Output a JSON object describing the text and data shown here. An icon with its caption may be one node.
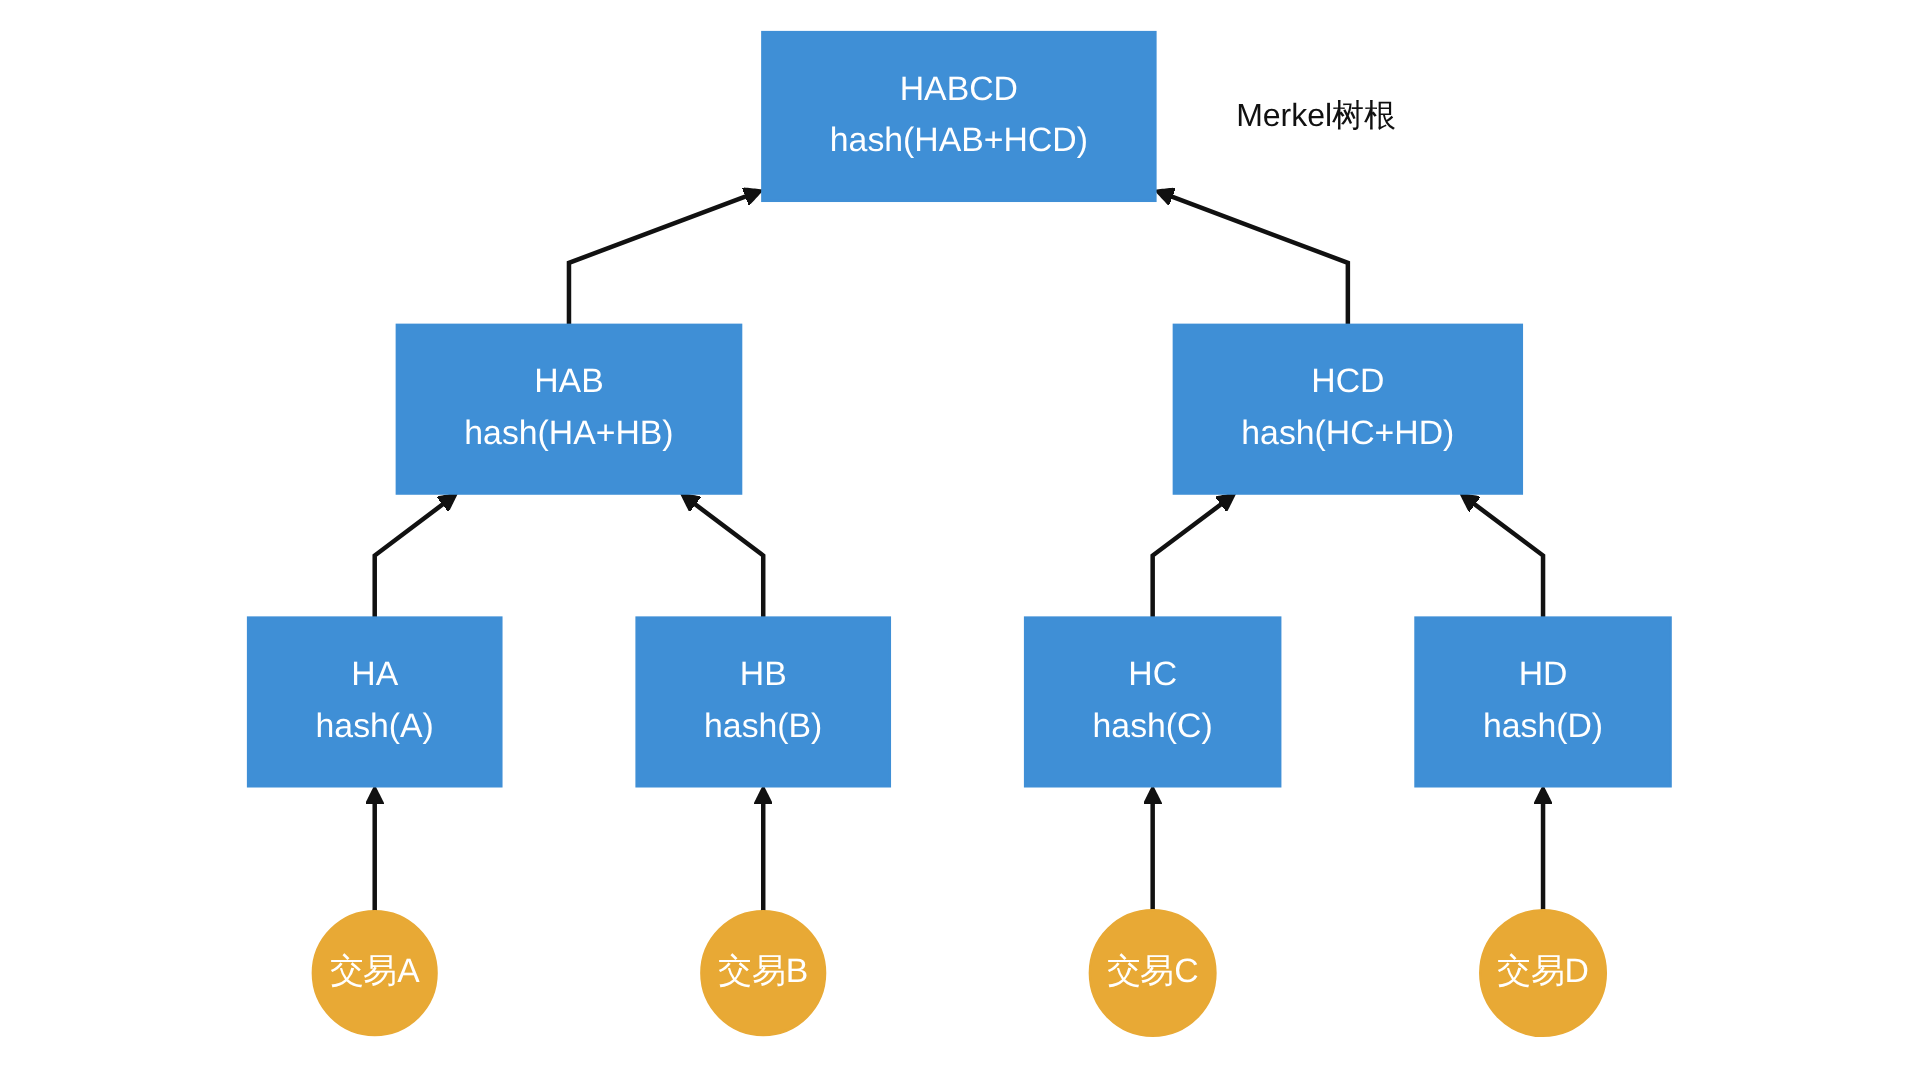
{
  "diagram": {
    "nodes": [
      {
        "text": [
          "HABCD",
          "hash(HAB+HCD)"
        ],
        "beside": [
          "Merkel树根"
        ]
      },
      {
        "text": [
          "HAB",
          "hash(HA+HB)"
        ]
      },
      {
        "text": [
          "HCD",
          "hash(HC+HD)"
        ]
      },
      {
        "text": [
          "HA",
          "hash(A)"
        ]
      },
      {
        "text": [
          "HB",
          "hash(B)"
        ]
      },
      {
        "text": [
          "HC",
          "hash(C)"
        ]
      },
      {
        "text": [
          "HD",
          "hash(D)"
        ]
      },
      {
        "text": [
          "交易A"
        ]
      },
      {
        "text": [
          "交易B"
        ]
      },
      {
        "text": [
          "交易C"
        ]
      },
      {
        "text": [
          "交易D"
        ]
      }
    ],
    "edges": [
      {
        "from": 1,
        "to": 0,
        "arrow": "to"
      },
      {
        "from": 2,
        "to": 0,
        "arrow": "to"
      },
      {
        "from": 3,
        "to": 1,
        "arrow": "to"
      },
      {
        "from": 4,
        "to": 1,
        "arrow": "to"
      },
      {
        "from": 5,
        "to": 2,
        "arrow": "to"
      },
      {
        "from": 6,
        "to": 2,
        "arrow": "to"
      },
      {
        "from": 7,
        "to": 3,
        "arrow": "to"
      },
      {
        "from": 8,
        "to": 4,
        "arrow": "to"
      },
      {
        "from": 9,
        "to": 5,
        "arrow": "to"
      },
      {
        "from": 10,
        "to": 6,
        "arrow": "to"
      }
    ]
  }
}
